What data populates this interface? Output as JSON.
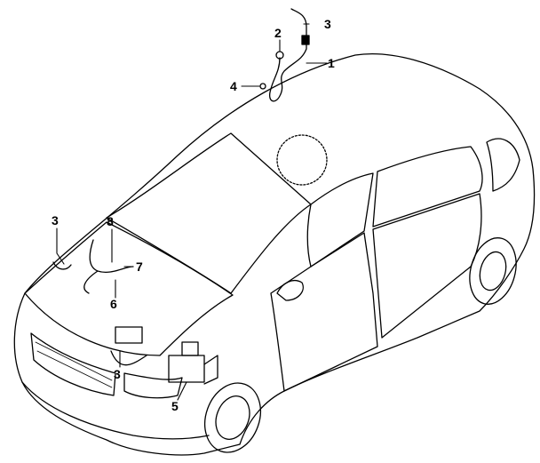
{
  "callouts": [
    {
      "id": "c1",
      "label": "3"
    },
    {
      "id": "c2",
      "label": "2"
    },
    {
      "id": "c3",
      "label": "1"
    },
    {
      "id": "c4",
      "label": "4"
    },
    {
      "id": "c5",
      "label": "3"
    },
    {
      "id": "c6",
      "label": "8"
    },
    {
      "id": "c7",
      "label": "7"
    },
    {
      "id": "c8",
      "label": "6"
    },
    {
      "id": "c9",
      "label": "3"
    },
    {
      "id": "c10",
      "label": "5"
    }
  ]
}
